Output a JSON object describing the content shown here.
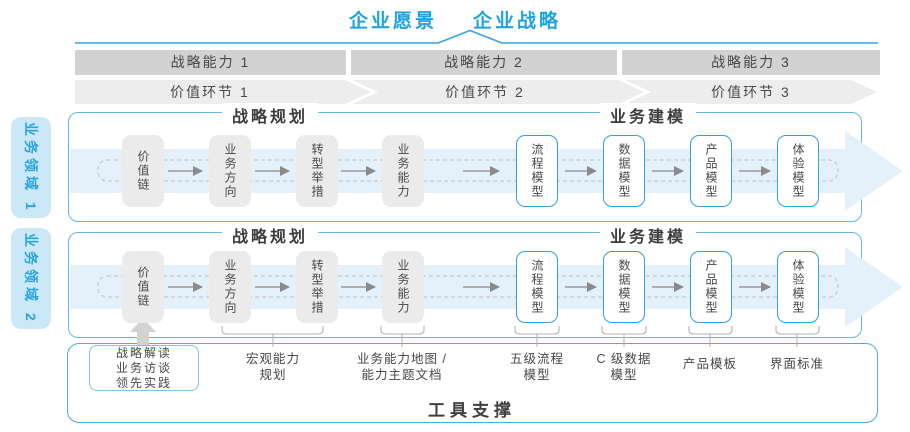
{
  "title": {
    "vision": "企业愿景",
    "strategy": "企业战略"
  },
  "strategic_capabilities": [
    "战略能力 1",
    "战略能力 2",
    "战略能力 3"
  ],
  "value_links": [
    "价值环节 1",
    "价值环节 2",
    "价值环节 3"
  ],
  "business_domains": [
    "业务领域 1",
    "业务领域 2"
  ],
  "sections": {
    "planning": "战略规划",
    "modeling": "业务建模"
  },
  "planning_boxes": [
    "价值链",
    "业务方向",
    "转型举措",
    "业务能力"
  ],
  "modeling_boxes": [
    "流程模型",
    "数据模型",
    "产品模型",
    "体验模型"
  ],
  "practice_box_lines": [
    "战略解读",
    "业务访谈",
    "领先实践"
  ],
  "tool_notes": [
    [
      "宏观能力",
      "规划"
    ],
    [
      "业务能力地图 /",
      "能力主题文档"
    ],
    [
      "五级流程",
      "模型"
    ],
    [
      "C 级数据",
      "模型"
    ],
    [
      "产品模板",
      ""
    ],
    [
      "界面标准",
      ""
    ]
  ],
  "tools_label": "工具支撑",
  "colors": {
    "accent_blue": "#1ea4de",
    "row_border_blue": "#63b8e4",
    "band_blue": "#e4f1fb",
    "sidebar_fill": "#cbe8f8",
    "bar_gray": "#d2d2d2",
    "chevron_gray": "#ededed",
    "node_gray": "#ebebeb",
    "text_dark": "#3c3c3c"
  }
}
